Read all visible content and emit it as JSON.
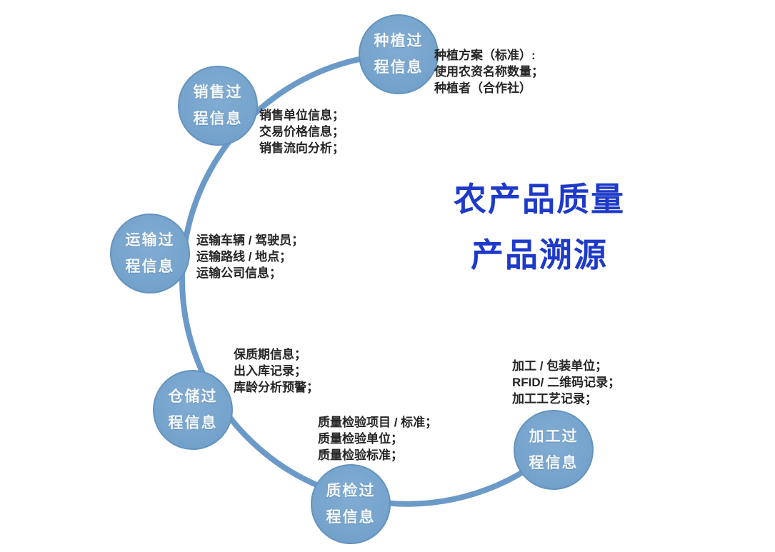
{
  "title": {
    "line1": "农产品质量",
    "line2": "产品溯源"
  },
  "colors": {
    "ring_stroke": "#6b9ac8",
    "node_fill": "#76a4cd",
    "node_border": "#6493bf",
    "node_text": "#f4f8fb",
    "detail_text": "#262626",
    "title_text": "#1e3ac8",
    "background": "#ffffff"
  },
  "nodes": [
    {
      "id": "planting",
      "label_line1": "种植过",
      "label_line2": "程信息",
      "details": [
        "种植方案（标准）:",
        "使用农资名称数量；",
        "种植者（合作社）"
      ]
    },
    {
      "id": "sales",
      "label_line1": "销售过",
      "label_line2": "程信息",
      "details": [
        "销售单位信息；",
        "交易价格信息；",
        "销售流向分析；"
      ]
    },
    {
      "id": "transport",
      "label_line1": "运输过",
      "label_line2": "程信息",
      "details": [
        "运输车辆 / 驾驶员；",
        "运输路线 / 地点；",
        "运输公司信息；"
      ]
    },
    {
      "id": "warehouse",
      "label_line1": "仓储过",
      "label_line2": "程信息",
      "details": [
        "保质期信息；",
        "出入库记录；",
        "库龄分析预警；"
      ]
    },
    {
      "id": "quality-inspection",
      "label_line1": "质检过",
      "label_line2": "程信息",
      "details": [
        "质量检验项目 / 标准；",
        "质量检验单位；",
        "质量检验标准；"
      ]
    },
    {
      "id": "processing",
      "label_line1": "加工过",
      "label_line2": "程信息",
      "details": [
        "加工 / 包装单位；",
        "RFID/ 二维码记录；",
        "加工工艺记录；"
      ]
    }
  ]
}
